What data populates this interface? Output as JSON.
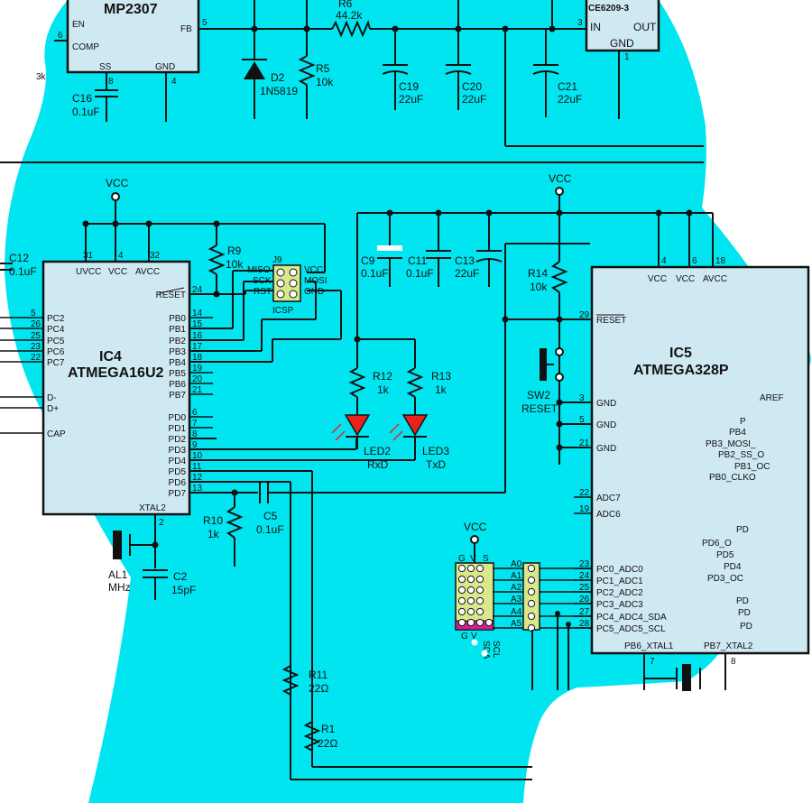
{
  "colors": {
    "background": "#00e5f0",
    "ic_fill": "#cfe9f3",
    "led": "#e8231c",
    "header": "#d8e88a",
    "header_magenta": "#d02090"
  },
  "mp2307": {
    "name": "MP2307",
    "pins": [
      "EN",
      "COMP",
      "SS",
      "GND",
      "FB"
    ],
    "pin_numbers": [
      "5",
      "8",
      "4"
    ]
  },
  "ce6209": {
    "name": "CE6209-3",
    "pins": [
      "IN",
      "OUT",
      "GND"
    ],
    "pin_numbers": [
      "3",
      "1"
    ]
  },
  "top_parts": [
    {
      "ref": "D2",
      "value": "1N5819"
    },
    {
      "ref": "R5",
      "value": "10k"
    },
    {
      "ref": "R6",
      "value": "44.2k"
    },
    {
      "ref": "C19",
      "value": "22uF"
    },
    {
      "ref": "C20",
      "value": "22uF"
    },
    {
      "ref": "C21",
      "value": "22uF"
    },
    {
      "ref": "C16",
      "value": "0.1uF"
    }
  ],
  "vcc_label": "VCC",
  "ic4": {
    "ref": "IC4",
    "name": "ATMEGA16U2",
    "top_pins": [
      "UVCC",
      "VCC",
      "AVCC"
    ],
    "top_nums": [
      "31",
      "4",
      "32"
    ],
    "left_pins": [
      "PC2",
      "PC4",
      "PC5",
      "PC6",
      "PC7",
      "D-",
      "D+",
      "CAP"
    ],
    "left_nums": [
      "5",
      "26",
      "25",
      "23",
      "22"
    ],
    "right_pins": [
      "RESET",
      "PB0",
      "PB1",
      "PB2",
      "PB3",
      "PB4",
      "PB5",
      "PB6",
      "PB7",
      "PD0",
      "PD1",
      "PD2",
      "PD3",
      "PD4",
      "PD5",
      "PD6",
      "PD7"
    ],
    "right_nums": [
      "24",
      "14",
      "15",
      "16",
      "17",
      "18",
      "19",
      "20",
      "21",
      "6",
      "7",
      "8",
      "9",
      "10",
      "11",
      "12",
      "13"
    ],
    "bottom_pin": "XTAL2",
    "bottom_num": "2"
  },
  "j9": {
    "ref": "J9",
    "label": "ICSP",
    "left": [
      "MISO",
      "SCK",
      "RST"
    ],
    "right": [
      "VCC",
      "MOSI",
      "GND"
    ]
  },
  "mid_parts": [
    {
      "ref": "R9",
      "value": "10k"
    },
    {
      "ref": "C12",
      "value": "0.1uF"
    },
    {
      "ref": "C9",
      "value": "0.1uF"
    },
    {
      "ref": "C11",
      "value": "0.1uF"
    },
    {
      "ref": "C13",
      "value": "22uF"
    },
    {
      "ref": "R14",
      "value": "10k"
    },
    {
      "ref": "R12",
      "value": "1k"
    },
    {
      "ref": "R13",
      "value": "1k"
    },
    {
      "ref": "R10",
      "value": "1k"
    },
    {
      "ref": "C5",
      "value": "0.1uF"
    },
    {
      "ref": "C2",
      "value": "15pF"
    },
    {
      "ref": "R11",
      "value": "22Ω"
    },
    {
      "ref": "R1",
      "value": "22Ω"
    }
  ],
  "leds": [
    {
      "ref": "LED2",
      "signal": "RxD"
    },
    {
      "ref": "LED3",
      "signal": "TxD"
    }
  ],
  "crystal": {
    "ref": "AL1",
    "value": "MHz"
  },
  "sw2": {
    "ref": "SW2",
    "label": "RESET"
  },
  "ic5": {
    "ref": "IC5",
    "name": "ATMEGA328P",
    "top_pins": [
      "VCC",
      "VCC",
      "AVCC"
    ],
    "top_nums": [
      "4",
      "6",
      "18"
    ],
    "left_pins": [
      "RESET",
      "GND",
      "GND",
      "GND",
      "ADC7",
      "ADC6",
      "PC0_ADC0",
      "PC1_ADC1",
      "PC2_ADC2",
      "PC3_ADC3",
      "PC4_ADC4_SDA",
      "PC5_ADC5_SCL"
    ],
    "left_nums": [
      "29",
      "3",
      "5",
      "21",
      "22",
      "19",
      "23",
      "24",
      "25",
      "26",
      "27",
      "28"
    ],
    "right_pins": [
      "AREF",
      "P",
      "PB4",
      "PB3_MOSI_",
      "PB2_SS_O",
      "PB1_OC",
      "PB0_CLKO",
      "PD",
      "PD6_O",
      "PD5",
      "PD4",
      "PD3_OC",
      "PD",
      "PD",
      "PD"
    ],
    "bottom_pins": [
      "PB6_XTAL1",
      "PB7_XTAL2"
    ],
    "bottom_nums": [
      "7",
      "8"
    ]
  },
  "analog_header": {
    "top_labels": [
      "G",
      "V",
      "S"
    ],
    "bottom_labels": [
      "G",
      "V",
      "SDA",
      "SCL"
    ],
    "pins": [
      "A0",
      "A1",
      "A2",
      "A3",
      "A4",
      "A5"
    ]
  }
}
